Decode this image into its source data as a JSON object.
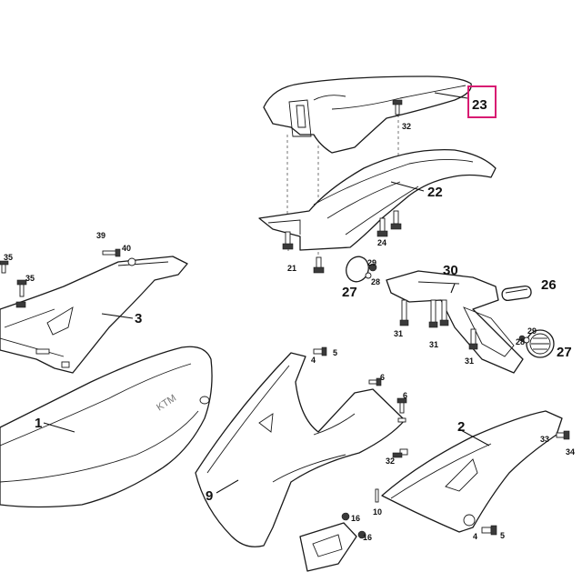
{
  "diagram": {
    "highlight_color": "#d81b72",
    "highlighted_part": "23",
    "callouts": {
      "c1": "1",
      "c2": "2",
      "c3": "3",
      "c4a": "4",
      "c4b": "4",
      "c5a": "5",
      "c5b": "5",
      "c6a": "6",
      "c6b": "6",
      "c9": "9",
      "c10": "10",
      "c16a": "16",
      "c16b": "16",
      "c21": "21",
      "c22": "22",
      "c23": "23",
      "c24": "24",
      "c26": "26",
      "c27a": "27",
      "c27b": "27",
      "c28a": "28",
      "c28b": "28",
      "c29a": "29",
      "c29b": "29",
      "c30": "30",
      "c31a": "31",
      "c31b": "31",
      "c31c": "31",
      "c32a": "32",
      "c32b": "32",
      "c33": "33",
      "c34": "34",
      "c35a": "35",
      "c35b": "35",
      "c39": "39",
      "c40": "40"
    }
  }
}
